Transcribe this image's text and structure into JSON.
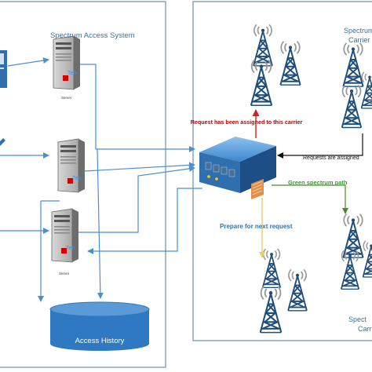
{
  "left_panel": {
    "title": "Spectrum Access System",
    "servers": [
      {
        "caption": "Server",
        "tag": "Ten"
      },
      {
        "caption": "",
        "tag": "Ten"
      },
      {
        "caption": "Server",
        "tag": "Ten"
      }
    ],
    "database_label": "Access History"
  },
  "right_panel": {
    "carrier_top_label_line1": "Spectrum",
    "carrier_top_label_line2": "Carrier",
    "carrier_bottom_label_line1": "Spect",
    "carrier_bottom_label_line2": "Carri"
  },
  "annotations": {
    "assigned_to_carrier": "Request has been assigned to this carrier",
    "requests_assigned": "Requests are assigned",
    "green_spectrum_path": "Green spectrum path",
    "prepare_next": "Prepare for next request"
  },
  "colors": {
    "panel_border": "#8faac8",
    "connector": "#4a90d0",
    "red_arrow": "#d02020",
    "green_arrow": "#4a8a2a",
    "yellow_arrow": "#e8d060",
    "annotation_red": "#c00000",
    "annotation_green": "#3c9a3c",
    "annotation_blue": "#2e75b6",
    "database_fill": "#2e79c2",
    "tower": "#1f4e79"
  }
}
